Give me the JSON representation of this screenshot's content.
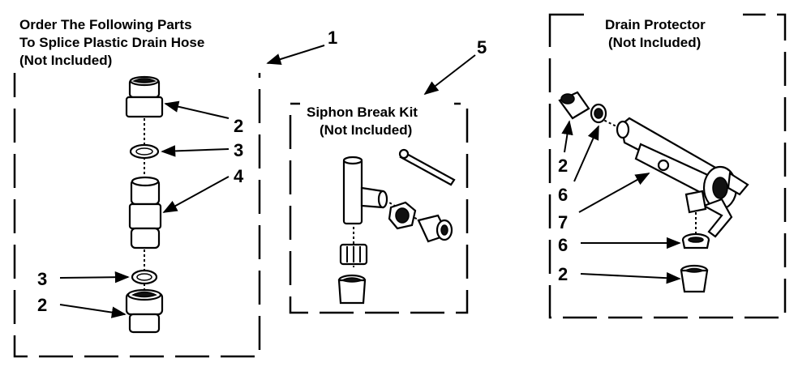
{
  "panels": {
    "splice": {
      "heading_lines": [
        "Order The Following Parts",
        "To Splice Plastic Drain Hose",
        "(Not Included)"
      ]
    },
    "siphon": {
      "heading_lines": [
        "Siphon Break Kit",
        "(Not Included)"
      ]
    },
    "drain_protector": {
      "heading_lines": [
        "Drain Protector",
        "(Not Included)"
      ]
    }
  },
  "callouts": {
    "splice_group": "1",
    "splice_coupler_top": "2",
    "splice_clamp_top": "3",
    "splice_connector": "4",
    "splice_clamp_bottom": "3",
    "splice_coupler_bottom": "2",
    "siphon_kit": "5",
    "protector_coupler_left": "2",
    "protector_ring_left": "6",
    "protector_body": "7",
    "protector_ring_bottom": "6",
    "protector_coupler_bottom": "2"
  },
  "icon_names": [
    "coupler-icon",
    "clamp-icon",
    "connector-icon",
    "tee-fitting-icon",
    "nut-icon",
    "pin-icon",
    "drain-protector-icon"
  ]
}
